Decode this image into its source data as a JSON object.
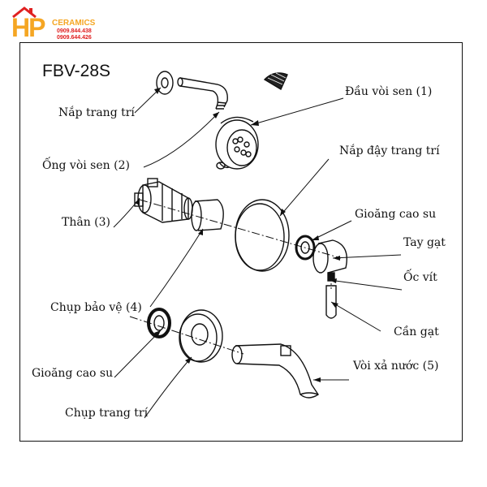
{
  "logo": {
    "mark": "HP",
    "brand": "CERAMICS",
    "phone_1": "0909.844.438",
    "phone_2": "0909.644.426",
    "colors": {
      "mark": "#f5a623",
      "phone": "#e02020",
      "roof": "#e02020"
    }
  },
  "diagram": {
    "model": "FBV-28S",
    "labels": {
      "nap_trang_tri": "Nắp trang trí",
      "ong_voi_sen": "Ống vòi sen (2)",
      "dau_voi_sen": "Đầu vòi sen (1)",
      "nap_day_trang_tri": "Nắp đậy trang trí",
      "than": "Thân (3)",
      "gioang_cao_su_right": "Gioăng cao su",
      "tay_gat": "Tay gạt",
      "oc_vit": "Ốc vít",
      "chup_bao_ve": "Chụp bảo vệ (4)",
      "can_gat": "Cần gạt",
      "gioang_cao_su_left": "Gioăng cao su",
      "voi_xa_nuoc": "Vòi xả nước (5)",
      "chup_trang_tri": "Chụp trang trí"
    }
  }
}
